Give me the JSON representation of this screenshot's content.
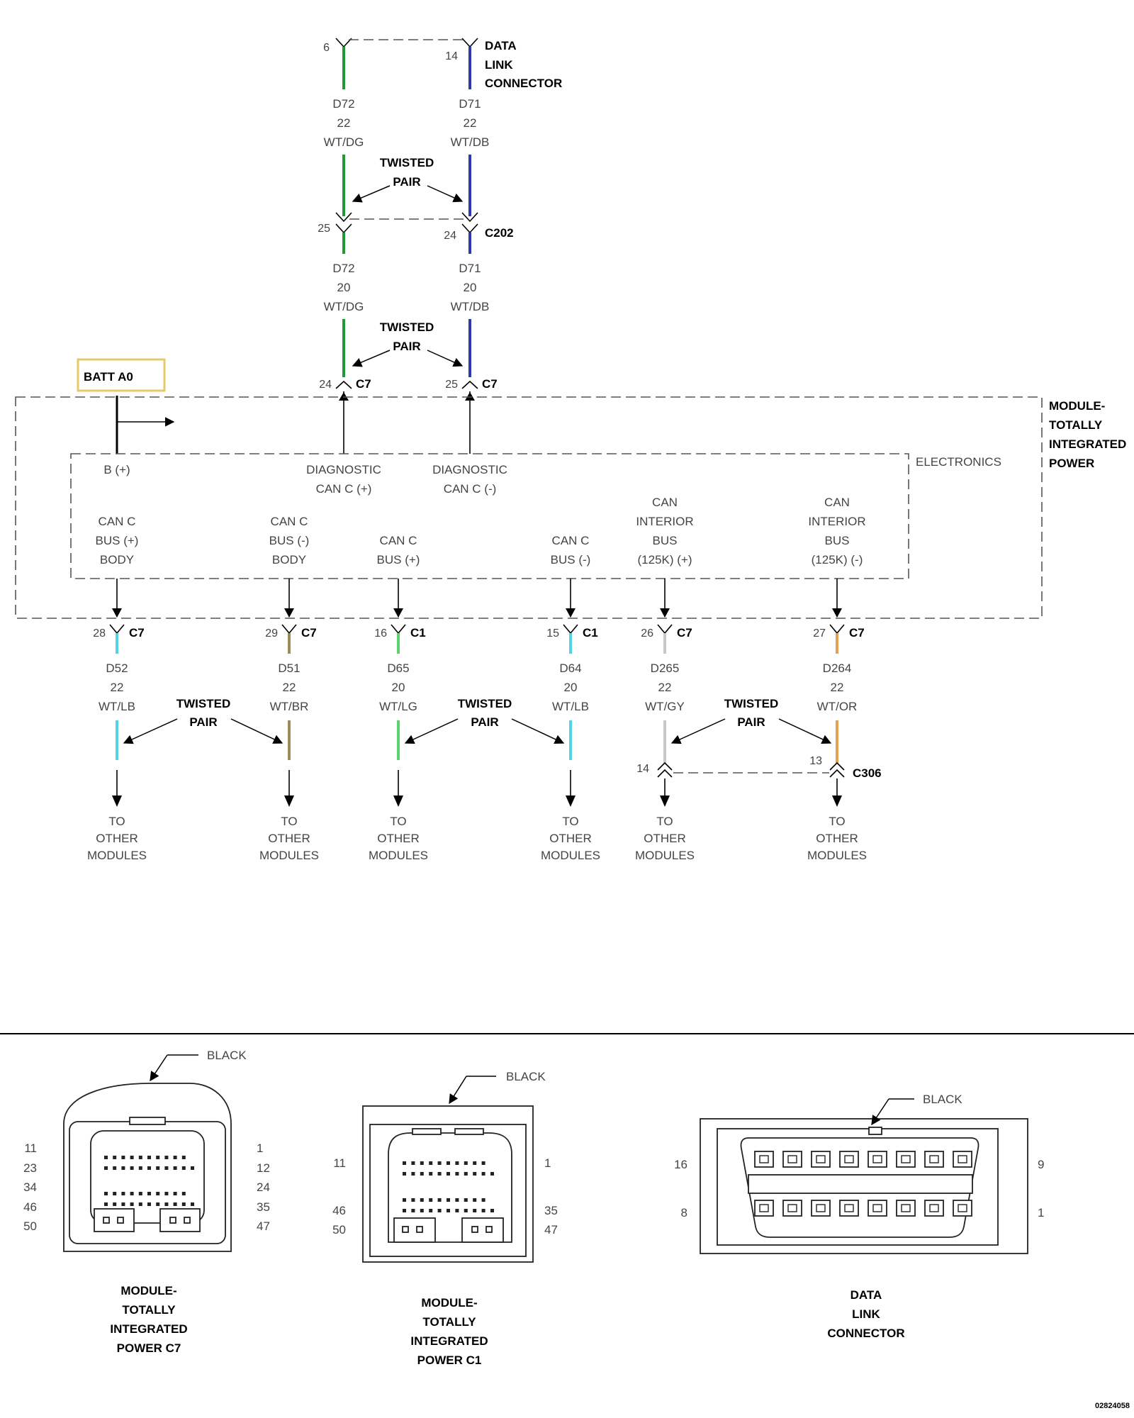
{
  "dlc_header": {
    "pin_a": "6",
    "pin_b": "14",
    "label": [
      "DATA",
      "LINK",
      "CONNECTOR"
    ]
  },
  "upper_wires": [
    {
      "circuit": "D72",
      "gauge": "22",
      "color_code": "WT/DG",
      "hex": "#1f9a3a"
    },
    {
      "circuit": "D71",
      "gauge": "22",
      "color_code": "WT/DB",
      "hex": "#2d3aa8"
    }
  ],
  "c202": {
    "name": "C202",
    "pin_a": "25",
    "pin_b": "24"
  },
  "mid_wires": [
    {
      "circuit": "D72",
      "gauge": "20",
      "color_code": "WT/DG",
      "hex": "#1f9a3a"
    },
    {
      "circuit": "D71",
      "gauge": "20",
      "color_code": "WT/DB",
      "hex": "#2d3aa8"
    }
  ],
  "twisted_pair": [
    "TWISTED",
    "PAIR"
  ],
  "c7_top": {
    "pin_a": "24",
    "pin_b": "25",
    "conn": "C7"
  },
  "batt": {
    "label": "BATT A0",
    "border": "#e6c96a"
  },
  "module_label": [
    "MODULE-",
    "TOTALLY",
    "INTEGRATED",
    "POWER"
  ],
  "electronics_label": "ELECTRONICS",
  "b_plus": "B (+)",
  "diagnostic": [
    [
      "DIAGNOSTIC",
      "CAN C (+)"
    ],
    [
      "DIAGNOSTIC",
      "CAN C (-)"
    ]
  ],
  "bottom_circuits": [
    {
      "lines": [
        "CAN C",
        "BUS (+)",
        "BODY"
      ],
      "pin": "28",
      "conn": "C7",
      "circuit": "D52",
      "gauge": "22",
      "color_code": "WT/LB",
      "hex": "#4fd3e6"
    },
    {
      "lines": [
        "CAN C",
        "BUS (-)",
        "BODY"
      ],
      "pin": "29",
      "conn": "C7",
      "circuit": "D51",
      "gauge": "22",
      "color_code": "WT/BR",
      "hex": "#9c8a5a"
    },
    {
      "lines": [
        "CAN C",
        "BUS (+)"
      ],
      "pin": "16",
      "conn": "C1",
      "circuit": "D65",
      "gauge": "20",
      "color_code": "WT/LG",
      "hex": "#5bd46b"
    },
    {
      "lines": [
        "CAN C",
        "BUS (-)"
      ],
      "pin": "15",
      "conn": "C1",
      "circuit": "D64",
      "gauge": "20",
      "color_code": "WT/LB",
      "hex": "#4fd3e6"
    },
    {
      "lines": [
        "CAN",
        "INTERIOR",
        "BUS",
        "(125K) (+)"
      ],
      "pin": "26",
      "conn": "C7",
      "circuit": "D265",
      "gauge": "22",
      "color_code": "WT/GY",
      "hex": "#c8c8c8"
    },
    {
      "lines": [
        "CAN",
        "INTERIOR",
        "BUS",
        "(125K) (-)"
      ],
      "pin": "27",
      "conn": "C7",
      "circuit": "D264",
      "gauge": "22",
      "color_code": "WT/OR",
      "hex": "#e8a050"
    }
  ],
  "c306": {
    "name": "C306",
    "pin_a": "14",
    "pin_b": "13"
  },
  "to_other": [
    "TO",
    "OTHER",
    "MODULES"
  ],
  "connectors": [
    {
      "color": "BLACK",
      "pins_left": [
        "11",
        "23",
        "34",
        "46",
        "50"
      ],
      "pins_right": [
        "1",
        "12",
        "24",
        "35",
        "47"
      ],
      "title": [
        "MODULE-",
        "TOTALLY",
        "INTEGRATED",
        "POWER C7"
      ]
    },
    {
      "color": "BLACK",
      "pins_left": [
        "11",
        "46",
        "50"
      ],
      "pins_right": [
        "1",
        "35",
        "47"
      ],
      "title": [
        "MODULE-",
        "TOTALLY",
        "INTEGRATED",
        "POWER C1"
      ]
    },
    {
      "color": "BLACK",
      "pins_left": [
        "16",
        "8"
      ],
      "pins_right": [
        "9",
        "1"
      ],
      "title": [
        "DATA",
        "LINK",
        "CONNECTOR"
      ]
    }
  ],
  "doc_id": "02824058"
}
